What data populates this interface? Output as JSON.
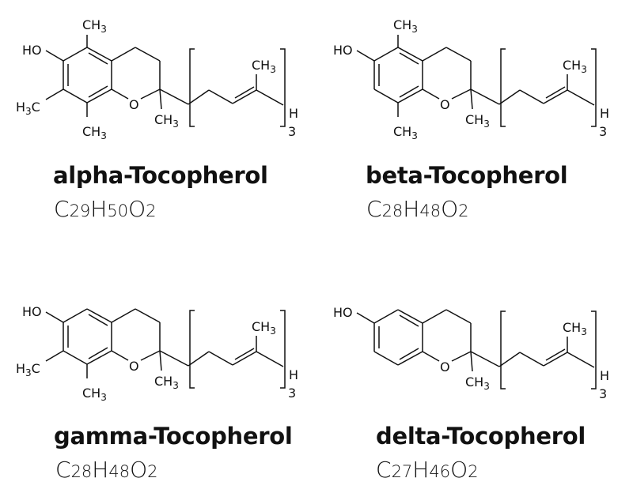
{
  "labels": {
    "hydroxyl": "HO",
    "methyl": "CH",
    "methyl_left": "H",
    "methyl_left_c": "C",
    "methyl_sub": "3",
    "oxygen": "O",
    "terminal_h": "H",
    "repeat_count": "3"
  },
  "compounds": [
    {
      "name": "alpha-Tocopherol",
      "formula": [
        [
          "C",
          "29"
        ],
        [
          "H",
          "50"
        ],
        [
          "O",
          "2"
        ]
      ],
      "methyls": [
        5,
        7,
        8
      ]
    },
    {
      "name": "beta-Tocopherol",
      "formula": [
        [
          "C",
          "28"
        ],
        [
          "H",
          "48"
        ],
        [
          "O",
          "2"
        ]
      ],
      "methyls": [
        5,
        8
      ]
    },
    {
      "name": "gamma-Tocopherol",
      "formula": [
        [
          "C",
          "28"
        ],
        [
          "H",
          "48"
        ],
        [
          "O",
          "2"
        ]
      ],
      "methyls": [
        7,
        8
      ]
    },
    {
      "name": "delta-Tocopherol",
      "formula": [
        [
          "C",
          "27"
        ],
        [
          "H",
          "46"
        ],
        [
          "O",
          "2"
        ]
      ],
      "methyls": []
    }
  ]
}
